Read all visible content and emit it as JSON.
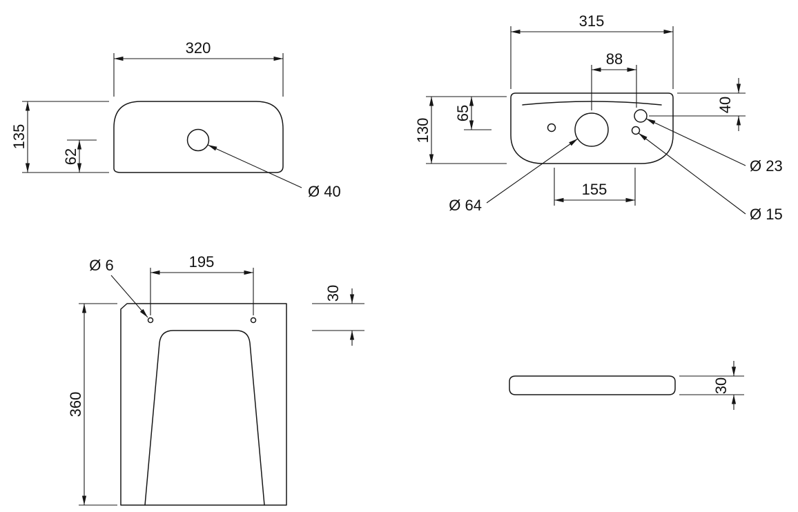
{
  "colors": {
    "line": "#161616",
    "text": "#111111",
    "background": "#ffffff"
  },
  "views": {
    "lid_front": {
      "width": "320",
      "height": "135",
      "hole_height": "62",
      "hole_dia": "Ø 40"
    },
    "tank_top": {
      "width": "315",
      "hole_offset": "88",
      "depth": "130",
      "hole_depth": "65",
      "top_offset": "40",
      "mount_span": "155",
      "inlet_dia": "Ø 64",
      "mid_dia": "Ø 23",
      "small_dia": "Ø 15"
    },
    "tank_front": {
      "height": "360",
      "hole_span": "195",
      "rim_height": "30",
      "hole_dia": "Ø 6"
    },
    "lid_profile": {
      "thickness": "30"
    }
  }
}
